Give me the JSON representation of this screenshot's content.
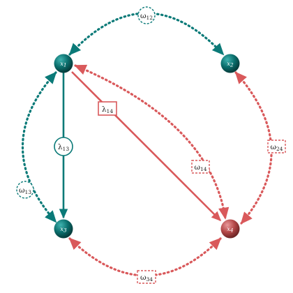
{
  "colors": {
    "teal": "#0b7a78",
    "teal_dark": "#0a4d4c",
    "red": "#d9595b",
    "red_dark": "#8e3233",
    "background": "#ffffff"
  },
  "nodes": [
    {
      "id": "n1",
      "label_base": "x",
      "label_sub": "1",
      "color": "teal"
    },
    {
      "id": "n2",
      "label_base": "x",
      "label_sub": "2",
      "color": "teal"
    },
    {
      "id": "n3",
      "label_base": "x",
      "label_sub": "3",
      "color": "teal"
    },
    {
      "id": "n4",
      "label_base": "x",
      "label_sub": "4",
      "color": "red"
    }
  ],
  "edges": [
    {
      "id": "w12",
      "label_base": "ω",
      "label_sub": "12",
      "style": "dotted",
      "color": "teal",
      "box": "circle-dashed"
    },
    {
      "id": "w13",
      "label_base": "ω",
      "label_sub": "13",
      "style": "dotted",
      "color": "teal",
      "box": "circle-dashed"
    },
    {
      "id": "l13",
      "label_base": "λ",
      "label_sub": "13",
      "style": "solid",
      "color": "teal",
      "box": "circle-solid"
    },
    {
      "id": "l14",
      "label_base": "λ",
      "label_sub": "14",
      "style": "solid",
      "color": "red",
      "box": "rect-solid"
    },
    {
      "id": "w14",
      "label_base": "ω",
      "label_sub": "14",
      "style": "dotted",
      "color": "red",
      "box": "rect-dashed"
    },
    {
      "id": "w24",
      "label_base": "ω",
      "label_sub": "24",
      "style": "dotted",
      "color": "red",
      "box": "rect-dashed"
    },
    {
      "id": "w34",
      "label_base": "ω",
      "label_sub": "34",
      "style": "dotted",
      "color": "red",
      "box": "rect-dashed"
    }
  ]
}
